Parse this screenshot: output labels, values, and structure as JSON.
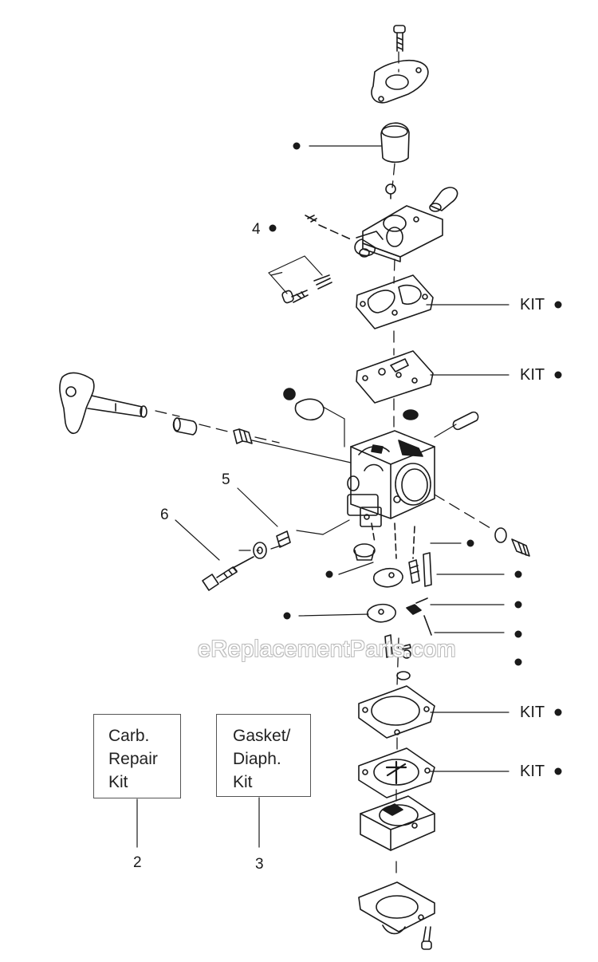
{
  "callouts": {
    "n4": "4",
    "n5": "5",
    "n6": "6",
    "n2": "2",
    "n3": "3",
    "kit": "KIT"
  },
  "kit_boxes": {
    "carb_repair": [
      "Carb.",
      "Repair",
      "Kit"
    ],
    "gasket_diaph": [
      "Gasket/",
      "Diaph.",
      "Kit"
    ]
  },
  "watermark": "eReplacementParts.com",
  "colors": {
    "ink": "#1a1a1a",
    "box_border": "#555555",
    "watermark_outline": "#bdbdbd"
  }
}
